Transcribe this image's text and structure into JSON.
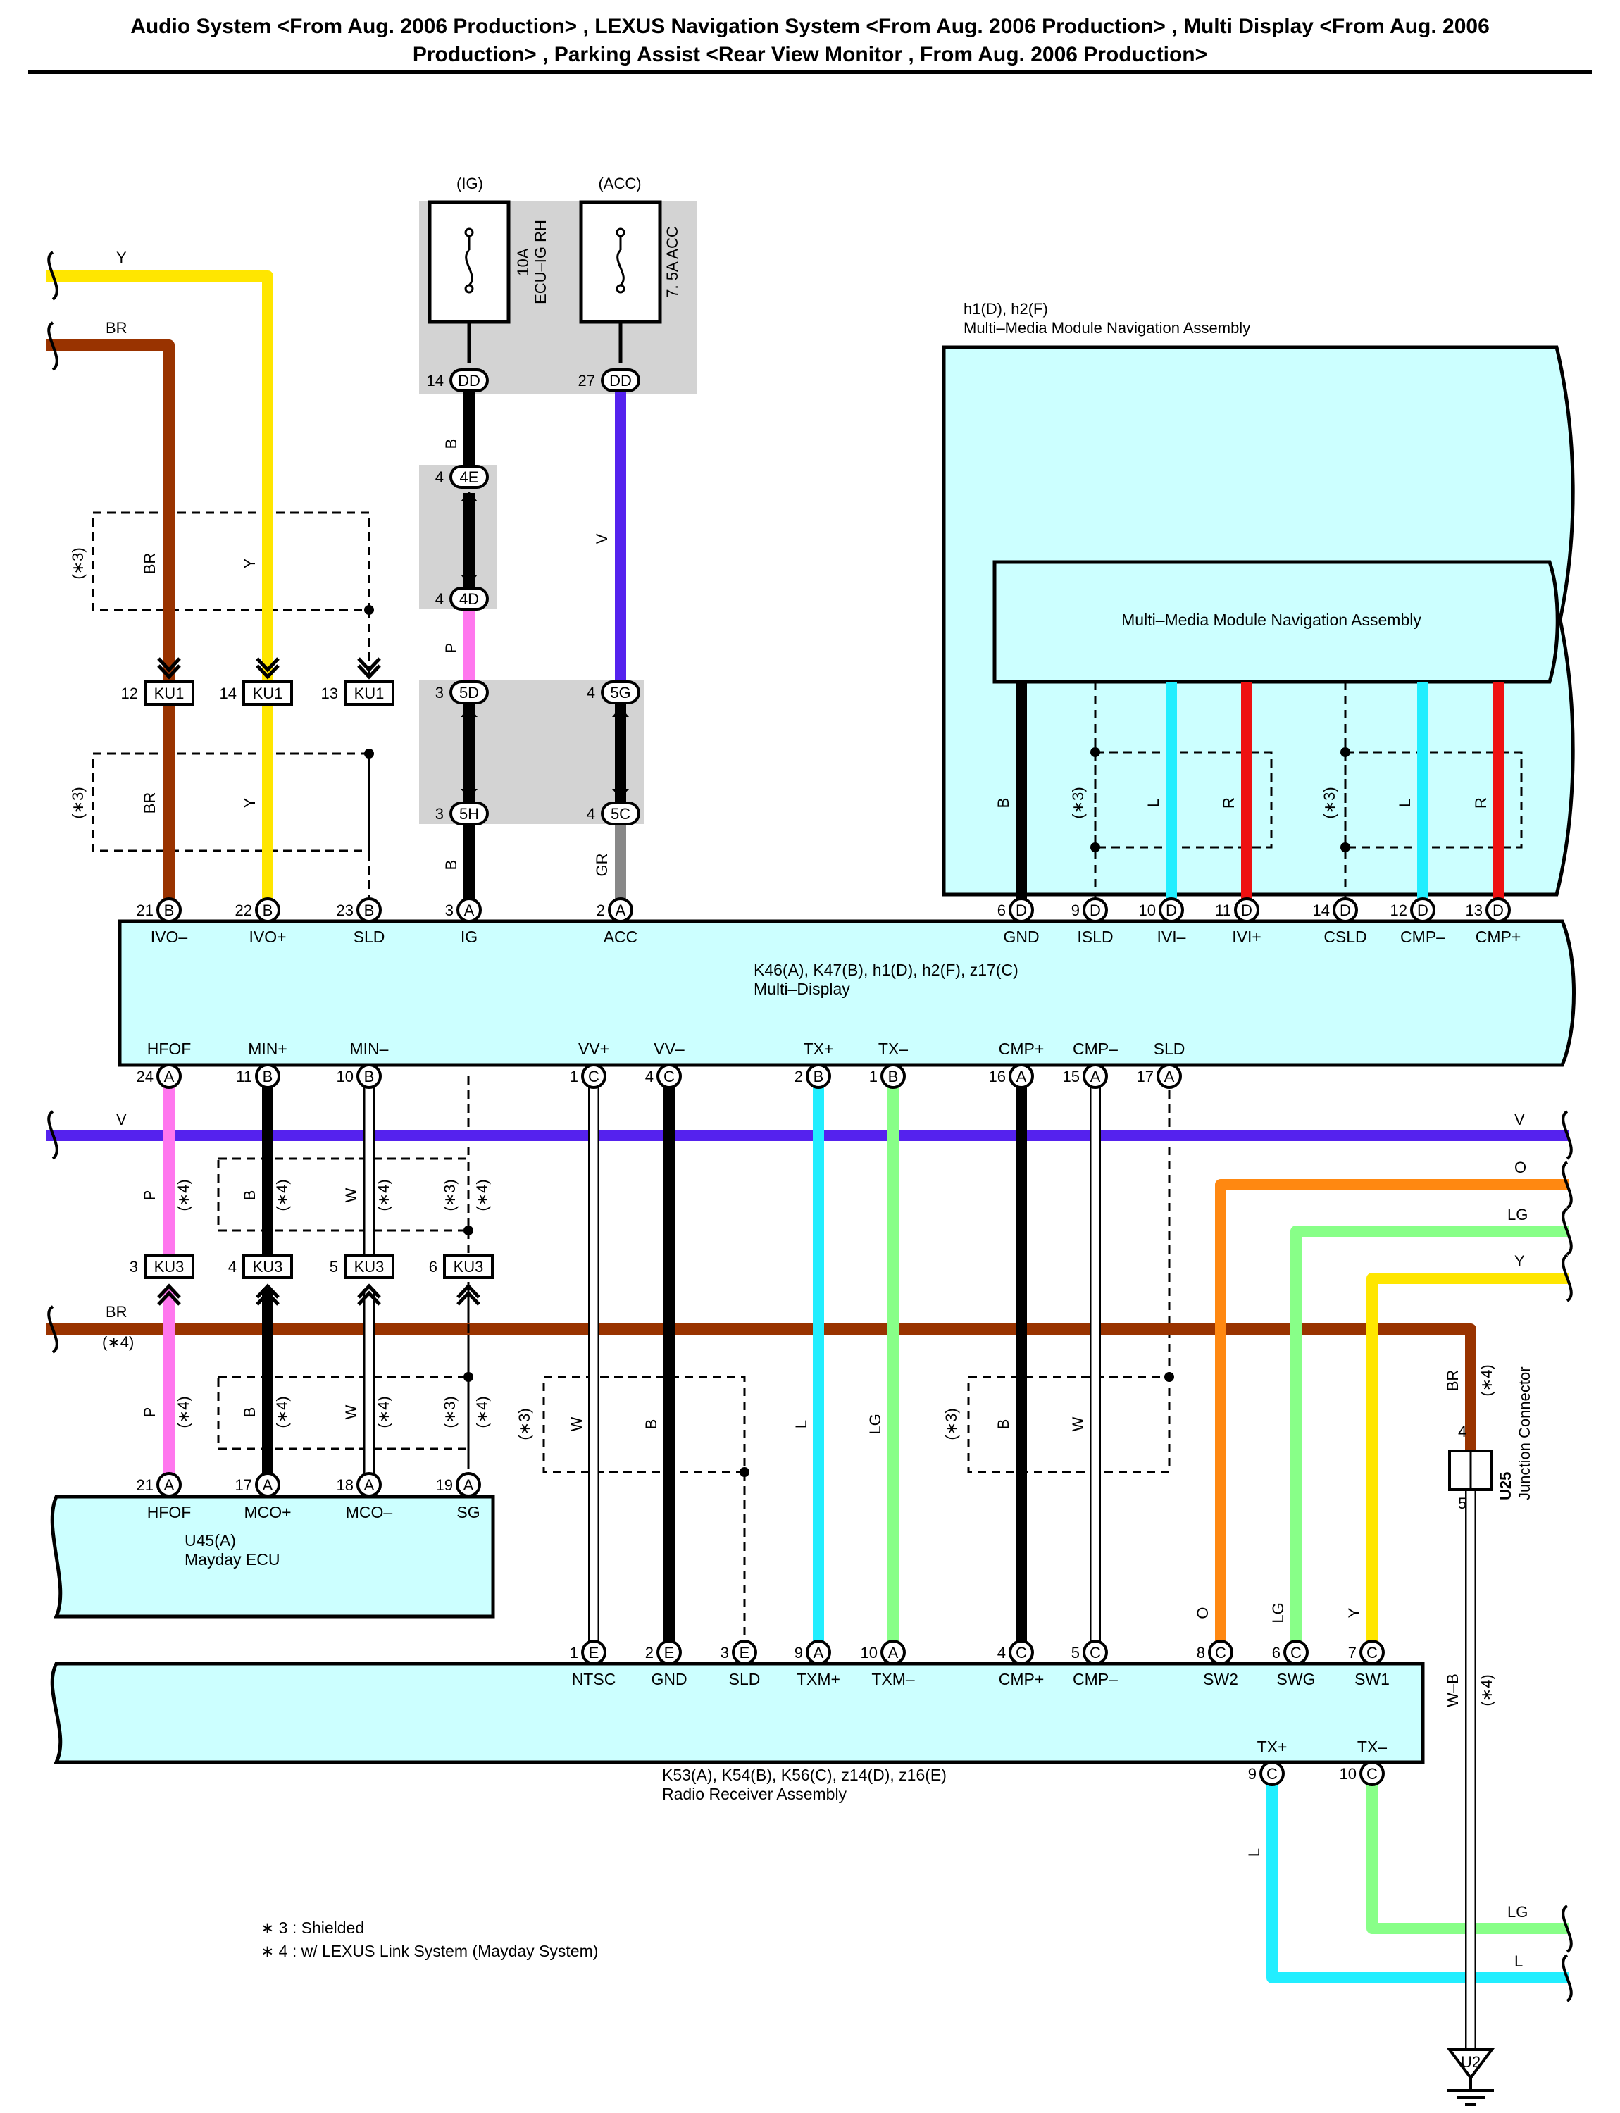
{
  "header": {
    "line1": "Audio System <From Aug. 2006 Production> , LEXUS Navigation System <From Aug. 2006 Production> , Multi Display <From Aug. 2006",
    "line2": "Production> , Parking Assist <Rear View Monitor , From Aug. 2006 Production>"
  },
  "fuses": {
    "ig": {
      "group": "(IG)",
      "rating": "10A",
      "name": "ECU–IG RH"
    },
    "acc": {
      "group": "(ACC)",
      "rating": "7. 5A",
      "name": "ACC"
    }
  },
  "connectors": {
    "dd14": {
      "pin": "14",
      "id": "DD"
    },
    "dd27": {
      "pin": "27",
      "id": "DD"
    },
    "e4_top": {
      "pin": "4",
      "id": "4E"
    },
    "d4": {
      "pin": "4",
      "id": "4D"
    },
    "d5": {
      "pin": "3",
      "id": "5D"
    },
    "g5": {
      "pin": "4",
      "id": "5G"
    },
    "h5": {
      "pin": "3",
      "id": "5H"
    },
    "c5": {
      "pin": "4",
      "id": "5C"
    }
  },
  "wire_labels": {
    "y": "Y",
    "br": "BR",
    "b": "B",
    "v": "V",
    "p": "P",
    "gr": "GR",
    "w": "W",
    "l": "L",
    "r": "R",
    "lg": "LG",
    "o": "O",
    "wb": "W–B",
    "shield_mark": "(∗3)",
    "link_mark": "(∗4)"
  },
  "ku1": {
    "name": "KU1",
    "pins": [
      "12",
      "14",
      "13"
    ]
  },
  "ku3": {
    "name": "KU3",
    "pins": [
      "3",
      "4",
      "5",
      "6"
    ]
  },
  "nav_module": {
    "codes": "h1(D), h2(F)",
    "title": "Multi–Media Module Navigation Assembly",
    "inner_title": "Multi–Media Module Navigation Assembly",
    "pins": [
      {
        "num": "6",
        "letter": "D",
        "name": "GND"
      },
      {
        "num": "9",
        "letter": "D",
        "name": "ISLD"
      },
      {
        "num": "10",
        "letter": "D",
        "name": "IVI–"
      },
      {
        "num": "11",
        "letter": "D",
        "name": "IVI+"
      },
      {
        "num": "14",
        "letter": "D",
        "name": "CSLD"
      },
      {
        "num": "12",
        "letter": "D",
        "name": "CMP–"
      },
      {
        "num": "13",
        "letter": "D",
        "name": "CMP+"
      }
    ]
  },
  "multi_display": {
    "codes": "K46(A), K47(B), h1(D), h2(F), z17(C)",
    "title": "Multi–Display",
    "top_pins": [
      {
        "num": "21",
        "letter": "B",
        "name": "IVO–"
      },
      {
        "num": "22",
        "letter": "B",
        "name": "IVO+"
      },
      {
        "num": "23",
        "letter": "B",
        "name": "SLD"
      },
      {
        "num": "3",
        "letter": "A",
        "name": "IG"
      },
      {
        "num": "2",
        "letter": "A",
        "name": "ACC"
      }
    ],
    "bottom_pins": [
      {
        "num": "24",
        "letter": "A",
        "name": "HFOF"
      },
      {
        "num": "11",
        "letter": "B",
        "name": "MIN+"
      },
      {
        "num": "10",
        "letter": "B",
        "name": "MIN–"
      },
      {
        "num": "1",
        "letter": "C",
        "name": "VV+"
      },
      {
        "num": "4",
        "letter": "C",
        "name": "VV–"
      },
      {
        "num": "2",
        "letter": "B",
        "name": "TX+"
      },
      {
        "num": "1",
        "letter": "B",
        "name": "TX–"
      },
      {
        "num": "16",
        "letter": "A",
        "name": "CMP+"
      },
      {
        "num": "15",
        "letter": "A",
        "name": "CMP–"
      },
      {
        "num": "17",
        "letter": "A",
        "name": "SLD"
      }
    ]
  },
  "mayday_ecu": {
    "code": "U45(A)",
    "title": "Mayday ECU",
    "pins": [
      {
        "num": "21",
        "letter": "A",
        "name": "HFOF"
      },
      {
        "num": "17",
        "letter": "A",
        "name": "MCO+"
      },
      {
        "num": "18",
        "letter": "A",
        "name": "MCO–"
      },
      {
        "num": "19",
        "letter": "A",
        "name": "SG"
      }
    ]
  },
  "radio_receiver": {
    "codes": "K53(A), K54(B), K56(C), z14(D), z16(E)",
    "title": "Radio Receiver Assembly",
    "top_pins": [
      {
        "num": "1",
        "letter": "E",
        "name": "NTSC"
      },
      {
        "num": "2",
        "letter": "E",
        "name": "GND"
      },
      {
        "num": "3",
        "letter": "E",
        "name": "SLD"
      },
      {
        "num": "9",
        "letter": "A",
        "name": "TXM+"
      },
      {
        "num": "10",
        "letter": "A",
        "name": "TXM–"
      },
      {
        "num": "4",
        "letter": "C",
        "name": "CMP+"
      },
      {
        "num": "5",
        "letter": "C",
        "name": "CMP–"
      },
      {
        "num": "8",
        "letter": "C",
        "name": "SW2"
      },
      {
        "num": "6",
        "letter": "C",
        "name": "SWG"
      },
      {
        "num": "7",
        "letter": "C",
        "name": "SW1"
      }
    ],
    "bottom_pins": [
      {
        "num": "9",
        "letter": "C",
        "name": "TX+"
      },
      {
        "num": "10",
        "letter": "C",
        "name": "TX–"
      }
    ]
  },
  "junction": {
    "code": "U25",
    "title": "Junction Connector",
    "pin_top": "4",
    "pin_bottom": "5"
  },
  "ground": {
    "code": "U2"
  },
  "notes": [
    "∗ 3 : Shielded",
    "∗ 4 : w/ LEXUS Link System (Mayday System)"
  ],
  "colors": {
    "yellow": "#FFE600",
    "brown": "#993300",
    "black": "#000000",
    "violet": "#5522EE",
    "pink": "#FF77EE",
    "gray": "#888888",
    "cyan": "#22EEFF",
    "red": "#EE1111",
    "lightgreen": "#88FF88",
    "orange": "#FF8811",
    "module_fill": "#CCFFFF",
    "fuse_fill": "#D3D3D3"
  }
}
